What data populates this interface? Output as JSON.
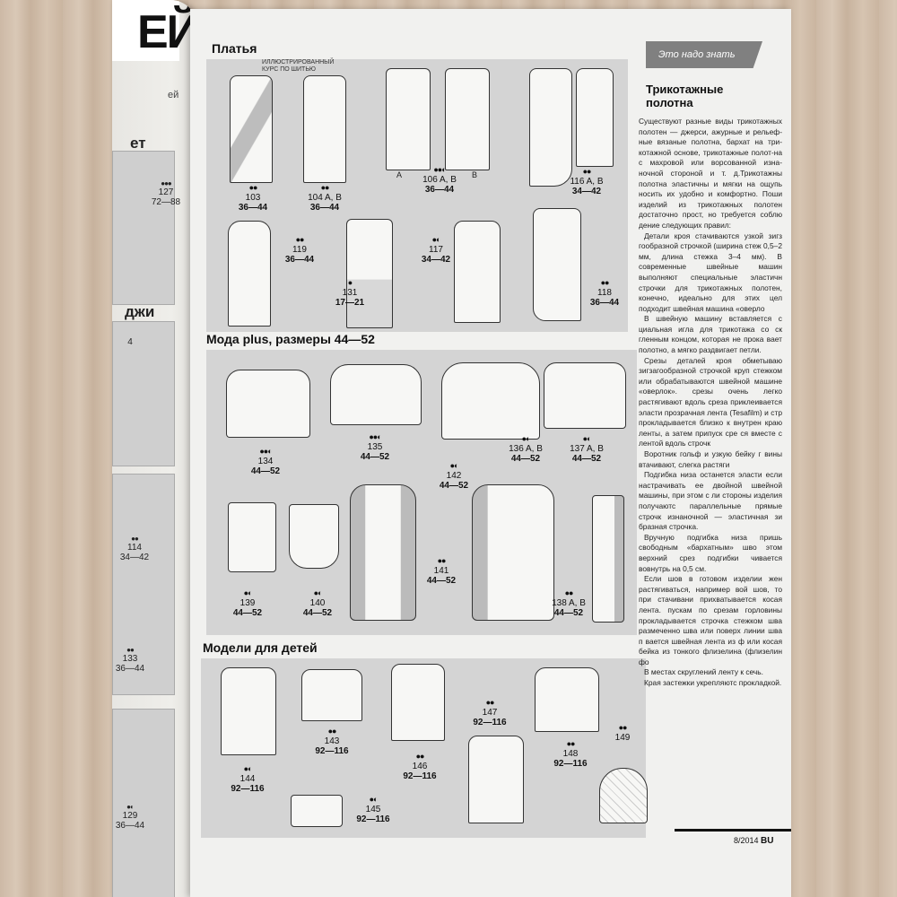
{
  "left_page": {
    "big_letters": "ЕЙ",
    "fragment": "ей",
    "headings": [
      "ет",
      "джи"
    ],
    "codes": [
      {
        "dots": "●●●",
        "num": "127",
        "size": "72—88"
      },
      {
        "dots": "",
        "num": "",
        "size": "4"
      },
      {
        "dots": "●●",
        "num": "114",
        "size": "34—42"
      },
      {
        "dots": "●●",
        "num": "133",
        "size": "36—44"
      },
      {
        "dots": "●◐",
        "num": "129",
        "size": "36—44"
      }
    ]
  },
  "page": {
    "sections": [
      {
        "title": "Платья"
      },
      {
        "title": "Мода plus, размеры 44—52"
      },
      {
        "title": "Модели для детей"
      }
    ],
    "note": "ИЛЛЮСТРИРОВАННЫЙ КУРС ПО ШИТЬЮ",
    "letters": [
      "A",
      "B"
    ],
    "dresses": [
      {
        "dots": "●●",
        "num": "103",
        "size": "36—44"
      },
      {
        "dots": "●●",
        "num": "104 A, B",
        "size": "36—44"
      },
      {
        "dots": "●●◐",
        "num": "106 A, B",
        "size": "36—44"
      },
      {
        "dots": "●●",
        "num": "116 A, B",
        "size": "34—42"
      },
      {
        "dots": "●●",
        "num": "119",
        "size": "36—44"
      },
      {
        "dots": "●",
        "num": "131",
        "size": "17—21"
      },
      {
        "dots": "●◐",
        "num": "117",
        "size": "34—42"
      },
      {
        "dots": "●●",
        "num": "118",
        "size": "36—44"
      }
    ],
    "plus": [
      {
        "dots": "●●◐",
        "num": "134",
        "size": "44—52"
      },
      {
        "dots": "●●◐",
        "num": "135",
        "size": "44—52"
      },
      {
        "dots": "●◐",
        "num": "136 A, B",
        "size": "44—52"
      },
      {
        "dots": "●◐",
        "num": "137 A, B",
        "size": "44—52"
      },
      {
        "dots": "●◐",
        "num": "142",
        "size": "44—52"
      },
      {
        "dots": "●◐",
        "num": "139",
        "size": "44—52"
      },
      {
        "dots": "●◐",
        "num": "140",
        "size": "44—52"
      },
      {
        "dots": "●●",
        "num": "141",
        "size": "44—52"
      },
      {
        "dots": "●●",
        "num": "138 A, B",
        "size": "44—52"
      }
    ],
    "kids": [
      {
        "dots": "●◐",
        "num": "144",
        "size": "92—116"
      },
      {
        "dots": "●●",
        "num": "143",
        "size": "92—116"
      },
      {
        "dots": "●●",
        "num": "146",
        "size": "92—116"
      },
      {
        "dots": "●●",
        "num": "147",
        "size": "92—116"
      },
      {
        "dots": "●●",
        "num": "148",
        "size": "92—116"
      },
      {
        "dots": "●●",
        "num": "149",
        "size": ""
      },
      {
        "dots": "●◐",
        "num": "145",
        "size": "92—116"
      }
    ]
  },
  "column": {
    "banner": "Это надо знать",
    "heading_line1": "Трикотажные",
    "heading_line2": "полотна",
    "paragraphs": [
      "Существуют разные виды трикотажных полотен — джерси, ажурные и рельеф-ные вязаные полотна, бархат на три-котажной основе, трикотажные полот-на с махровой или ворсованной изна-ночной стороной и т. д.Трикотажны полотна эластичны и мягки на ощупь носить их удобно и комфортно. Поши изделий из трикотажных полотен достаточно прост, но требуется соблю дение следующих правил:",
      "Детали кроя стачиваются узкой зигз гообразной строчкой (ширина стеж 0,5–2 мм, длина стежка 3–4 мм). В современные швейные машин выполняют специальные эластичн строчки для трикотажных полотен, конечно, идеально для этих цел подходит швейная машина «оверло",
      "В швейную машину вставляется с циальная игла для трикотажа со ск гленным концом, которая не прока вает полотно, а мягко раздвигает петли.",
      "Срезы деталей кроя обметываю зигзагообразной строчкой круп стежком или обрабатываются швейной машине «оверлок». срезы очень легко растягивают вдоль среза приклеивается эласти прозрачная лента (Tesafilm) и стр прокладывается близко к внутрен краю ленты, а затем припуск сре ся вместе с лентой вдоль строчк",
      "Воротник гольф и узкую бейку г вины втачивают, слегка растяги",
      "Подгибка низа останется эласти если настрачивать ее двойной швейной машины, при этом с ли стороны изделия получаютс параллельные прямые строчк изнаночной — эластичная зи бразная строчка.",
      "Вручную подгибка низа пришь свободным «бархатным» шво этом верхний срез подгибки чивается вовнутрь на 0,5 см.",
      "Если шов в готовом изделии жен растягиваться, например вой шов, то при стачивани прихватывается косая лента. пускам по срезам горловины прокладывается строчка стежком шва размеченно шва или поверх линии шва п вается швейная лента из ф или косая бейка из тонкого флизелина (флизелин фо",
      "В местах скруглений ленту к сечь.",
      "Края застежки укрепляютс прокладкой."
    ]
  },
  "footer": {
    "issue": "8/2014",
    "brand": "BU"
  }
}
